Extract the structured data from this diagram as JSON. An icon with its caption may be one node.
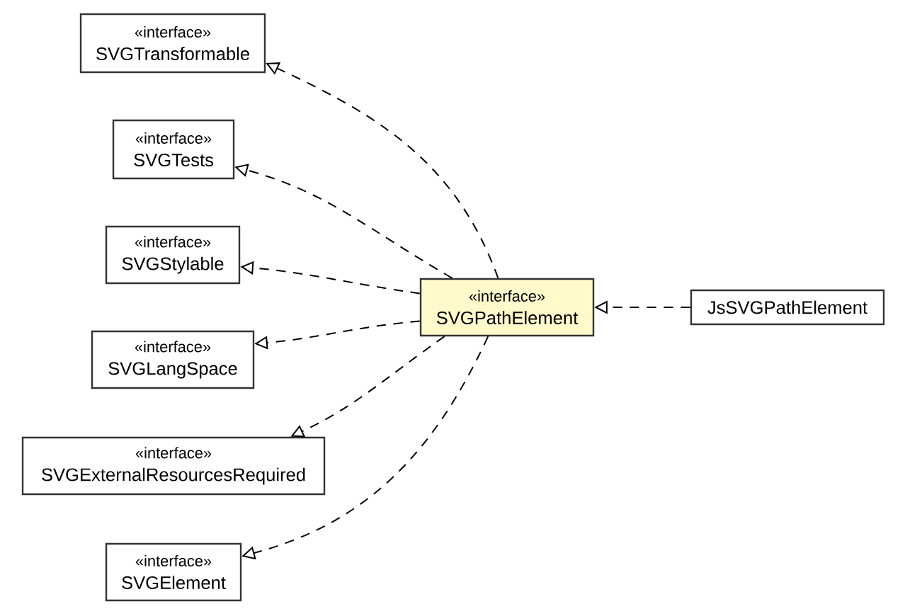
{
  "diagram": {
    "nodes": [
      {
        "text": [
          "«interface»",
          "SVGTransformable"
        ]
      },
      {
        "text": [
          "«interface»",
          "SVGTests"
        ]
      },
      {
        "text": [
          "«interface»",
          "SVGStylable"
        ]
      },
      {
        "text": [
          "«interface»",
          "SVGLangSpace"
        ]
      },
      {
        "text": [
          "«interface»",
          "SVGExternalResourcesRequired"
        ]
      },
      {
        "text": [
          "«interface»",
          "SVGElement"
        ]
      },
      {
        "text": [
          "«interface»",
          "SVGPathElement"
        ]
      },
      {
        "text": [
          "JsSVGPathElement"
        ]
      }
    ],
    "edges": [
      {
        "from": 6,
        "to": 0,
        "arrow": "to"
      },
      {
        "from": 6,
        "to": 1,
        "arrow": "to"
      },
      {
        "from": 6,
        "to": 2,
        "arrow": "to"
      },
      {
        "from": 6,
        "to": 3,
        "arrow": "to"
      },
      {
        "from": 6,
        "to": 4,
        "arrow": "to"
      },
      {
        "from": 6,
        "to": 5,
        "arrow": "to"
      },
      {
        "from": 7,
        "to": 6,
        "arrow": "to"
      }
    ]
  }
}
